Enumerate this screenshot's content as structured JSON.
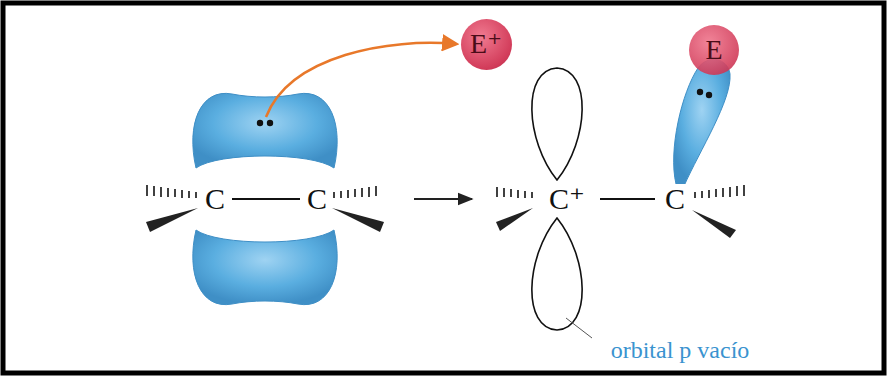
{
  "diagram": {
    "nodes": [
      {
        "text": [
          "E⁺"
        ]
      },
      {
        "text": [
          "E"
        ]
      }
    ],
    "labels": [
      "C",
      "C",
      "C⁺",
      "C",
      "orbital p vacío"
    ]
  }
}
